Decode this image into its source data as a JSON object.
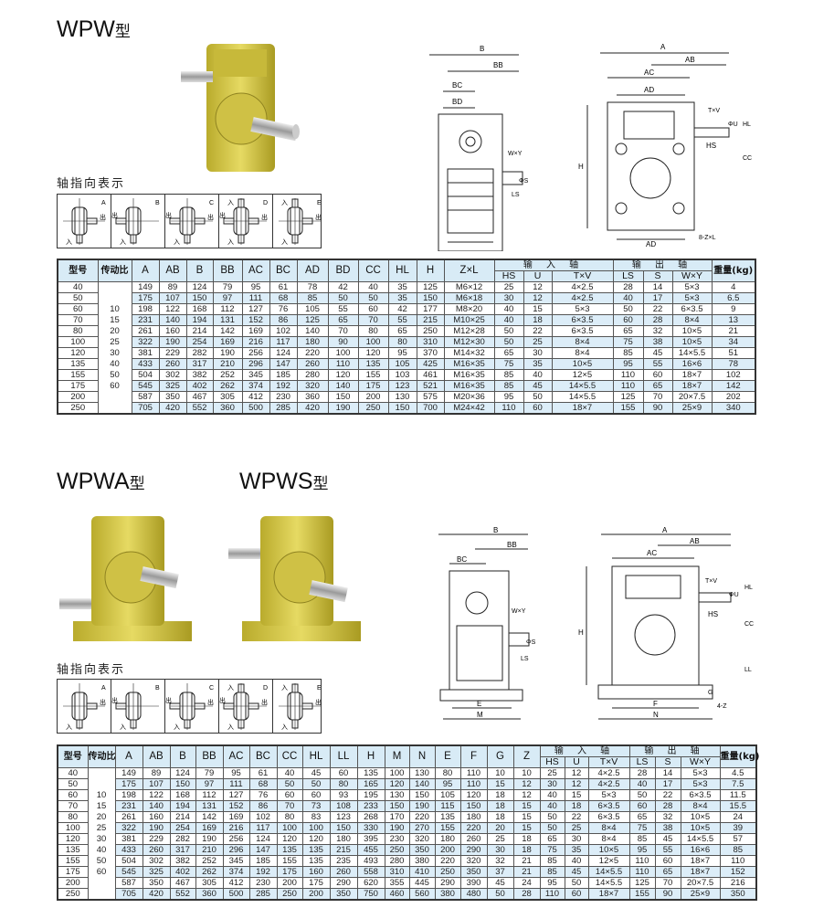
{
  "section1": {
    "title": "WPW",
    "title_suffix": "型",
    "direction_label": "轴指向表示"
  },
  "section2": {
    "title_a": "WPWA",
    "title_s": "WPWS",
    "title_suffix": "型",
    "direction_label": "轴指向表示"
  },
  "direction_types": [
    {
      "letter": "A",
      "in": "入",
      "out": "出"
    },
    {
      "letter": "B",
      "in": "入",
      "out": "出"
    },
    {
      "letter": "C",
      "in": "入",
      "out": "出"
    },
    {
      "letter": "D",
      "in": "入",
      "out": "出"
    },
    {
      "letter": "E",
      "in": "入",
      "out": "出"
    }
  ],
  "diagram_labels": {
    "B": "B",
    "BB": "BB",
    "BC": "BC",
    "BD": "BD",
    "WY": "W×Y",
    "S": "ΦS",
    "LS": "LS",
    "A": "A",
    "AB": "AB",
    "AC": "AC",
    "AD": "AD",
    "TV": "T×V",
    "U": "ΦU",
    "HL": "HL",
    "HS": "HS",
    "H": "H",
    "CC": "CC",
    "ZL": "8-Z×L",
    "E": "E",
    "M": "M",
    "F": "F",
    "N": "N",
    "G": "G",
    "Z4": "4-Z",
    "LL": "LL"
  },
  "colors": {
    "header_bg": "#d8ebf6",
    "stripe": "#dcedf8",
    "casting": "#d9cc4a"
  },
  "table1": {
    "headers": [
      "型号",
      "传动比",
      "A",
      "AB",
      "B",
      "BB",
      "AC",
      "BC",
      "AD",
      "BD",
      "CC",
      "HL",
      "H",
      "Z×L"
    ],
    "input_group": "输 入 轴",
    "output_group": "输 出 轴",
    "input_sub": [
      "HS",
      "U",
      "T×V"
    ],
    "output_sub": [
      "LS",
      "S",
      "W×Y"
    ],
    "weight_header": "重量(kg)",
    "ratios": [
      "",
      "",
      "10",
      "15",
      "20",
      "25",
      "30",
      "40",
      "50",
      "60",
      "",
      ""
    ],
    "rows": [
      [
        "40",
        "149",
        "89",
        "124",
        "79",
        "95",
        "61",
        "78",
        "42",
        "40",
        "35",
        "125",
        "M6×12",
        "25",
        "12",
        "4×2.5",
        "28",
        "14",
        "5×3",
        "4"
      ],
      [
        "50",
        "175",
        "107",
        "150",
        "97",
        "111",
        "68",
        "85",
        "50",
        "50",
        "35",
        "150",
        "M6×18",
        "30",
        "12",
        "4×2.5",
        "40",
        "17",
        "5×3",
        "6.5"
      ],
      [
        "60",
        "198",
        "122",
        "168",
        "112",
        "127",
        "76",
        "105",
        "55",
        "60",
        "42",
        "177",
        "M8×20",
        "40",
        "15",
        "5×3",
        "50",
        "22",
        "6×3.5",
        "9"
      ],
      [
        "70",
        "231",
        "140",
        "194",
        "131",
        "152",
        "86",
        "125",
        "65",
        "70",
        "55",
        "215",
        "M10×25",
        "40",
        "18",
        "6×3.5",
        "60",
        "28",
        "8×4",
        "13"
      ],
      [
        "80",
        "261",
        "160",
        "214",
        "142",
        "169",
        "102",
        "140",
        "70",
        "80",
        "65",
        "250",
        "M12×28",
        "50",
        "22",
        "6×3.5",
        "65",
        "32",
        "10×5",
        "21"
      ],
      [
        "100",
        "322",
        "190",
        "254",
        "169",
        "216",
        "117",
        "180",
        "90",
        "100",
        "80",
        "310",
        "M12×30",
        "50",
        "25",
        "8×4",
        "75",
        "38",
        "10×5",
        "34"
      ],
      [
        "120",
        "381",
        "229",
        "282",
        "190",
        "256",
        "124",
        "220",
        "100",
        "120",
        "95",
        "370",
        "M14×32",
        "65",
        "30",
        "8×4",
        "85",
        "45",
        "14×5.5",
        "51"
      ],
      [
        "135",
        "433",
        "260",
        "317",
        "210",
        "296",
        "147",
        "260",
        "110",
        "135",
        "105",
        "425",
        "M16×35",
        "75",
        "35",
        "10×5",
        "95",
        "55",
        "16×6",
        "78"
      ],
      [
        "155",
        "504",
        "302",
        "382",
        "252",
        "345",
        "185",
        "280",
        "120",
        "155",
        "103",
        "461",
        "M16×35",
        "85",
        "40",
        "12×5",
        "110",
        "60",
        "18×7",
        "102"
      ],
      [
        "175",
        "545",
        "325",
        "402",
        "262",
        "374",
        "192",
        "320",
        "140",
        "175",
        "123",
        "521",
        "M16×35",
        "85",
        "45",
        "14×5.5",
        "110",
        "65",
        "18×7",
        "142"
      ],
      [
        "200",
        "587",
        "350",
        "467",
        "305",
        "412",
        "230",
        "360",
        "150",
        "200",
        "130",
        "575",
        "M20×36",
        "95",
        "50",
        "14×5.5",
        "125",
        "70",
        "20×7.5",
        "202"
      ],
      [
        "250",
        "705",
        "420",
        "552",
        "360",
        "500",
        "285",
        "420",
        "190",
        "250",
        "150",
        "700",
        "M24×42",
        "110",
        "60",
        "18×7",
        "155",
        "90",
        "25×9",
        "340"
      ]
    ]
  },
  "table2": {
    "headers": [
      "型号",
      "传动比",
      "A",
      "AB",
      "B",
      "BB",
      "AC",
      "BC",
      "CC",
      "HL",
      "LL",
      "H",
      "M",
      "N",
      "E",
      "F",
      "G",
      "Z"
    ],
    "input_group": "输 入 轴",
    "output_group": "输 出 轴",
    "input_sub": [
      "HS",
      "U",
      "T×V"
    ],
    "output_sub": [
      "LS",
      "S",
      "W×Y"
    ],
    "weight_header": "重量(kg)",
    "ratios": [
      "",
      "",
      "10",
      "15",
      "20",
      "25",
      "30",
      "40",
      "50",
      "60",
      "",
      ""
    ],
    "rows": [
      [
        "40",
        "149",
        "89",
        "124",
        "79",
        "95",
        "61",
        "40",
        "45",
        "60",
        "135",
        "100",
        "130",
        "80",
        "110",
        "10",
        "10",
        "25",
        "12",
        "4×2.5",
        "28",
        "14",
        "5×3",
        "4.5"
      ],
      [
        "50",
        "175",
        "107",
        "150",
        "97",
        "111",
        "68",
        "50",
        "50",
        "80",
        "165",
        "120",
        "140",
        "95",
        "110",
        "15",
        "12",
        "30",
        "12",
        "4×2.5",
        "40",
        "17",
        "5×3",
        "7.5"
      ],
      [
        "60",
        "198",
        "122",
        "168",
        "112",
        "127",
        "76",
        "60",
        "60",
        "93",
        "195",
        "130",
        "150",
        "105",
        "120",
        "18",
        "12",
        "40",
        "15",
        "5×3",
        "50",
        "22",
        "6×3.5",
        "11.5"
      ],
      [
        "70",
        "231",
        "140",
        "194",
        "131",
        "152",
        "86",
        "70",
        "73",
        "108",
        "233",
        "150",
        "190",
        "115",
        "150",
        "18",
        "15",
        "40",
        "18",
        "6×3.5",
        "60",
        "28",
        "8×4",
        "15.5"
      ],
      [
        "80",
        "261",
        "160",
        "214",
        "142",
        "169",
        "102",
        "80",
        "83",
        "123",
        "268",
        "170",
        "220",
        "135",
        "180",
        "18",
        "15",
        "50",
        "22",
        "6×3.5",
        "65",
        "32",
        "10×5",
        "24"
      ],
      [
        "100",
        "322",
        "190",
        "254",
        "169",
        "216",
        "117",
        "100",
        "100",
        "150",
        "330",
        "190",
        "270",
        "155",
        "220",
        "20",
        "15",
        "50",
        "25",
        "8×4",
        "75",
        "38",
        "10×5",
        "39"
      ],
      [
        "120",
        "381",
        "229",
        "282",
        "190",
        "256",
        "124",
        "120",
        "120",
        "180",
        "395",
        "230",
        "320",
        "180",
        "260",
        "25",
        "18",
        "65",
        "30",
        "8×4",
        "85",
        "45",
        "14×5.5",
        "57"
      ],
      [
        "135",
        "433",
        "260",
        "317",
        "210",
        "296",
        "147",
        "135",
        "135",
        "215",
        "455",
        "250",
        "350",
        "200",
        "290",
        "30",
        "18",
        "75",
        "35",
        "10×5",
        "95",
        "55",
        "16×6",
        "85"
      ],
      [
        "155",
        "504",
        "302",
        "382",
        "252",
        "345",
        "185",
        "155",
        "135",
        "235",
        "493",
        "280",
        "380",
        "220",
        "320",
        "32",
        "21",
        "85",
        "40",
        "12×5",
        "110",
        "60",
        "18×7",
        "110"
      ],
      [
        "175",
        "545",
        "325",
        "402",
        "262",
        "374",
        "192",
        "175",
        "160",
        "260",
        "558",
        "310",
        "410",
        "250",
        "350",
        "37",
        "21",
        "85",
        "45",
        "14×5.5",
        "110",
        "65",
        "18×7",
        "152"
      ],
      [
        "200",
        "587",
        "350",
        "467",
        "305",
        "412",
        "230",
        "200",
        "175",
        "290",
        "620",
        "355",
        "445",
        "290",
        "390",
        "45",
        "24",
        "95",
        "50",
        "14×5.5",
        "125",
        "70",
        "20×7.5",
        "216"
      ],
      [
        "250",
        "705",
        "420",
        "552",
        "360",
        "500",
        "285",
        "250",
        "200",
        "350",
        "750",
        "460",
        "560",
        "380",
        "480",
        "50",
        "28",
        "110",
        "60",
        "18×7",
        "155",
        "90",
        "25×9",
        "350"
      ]
    ]
  }
}
